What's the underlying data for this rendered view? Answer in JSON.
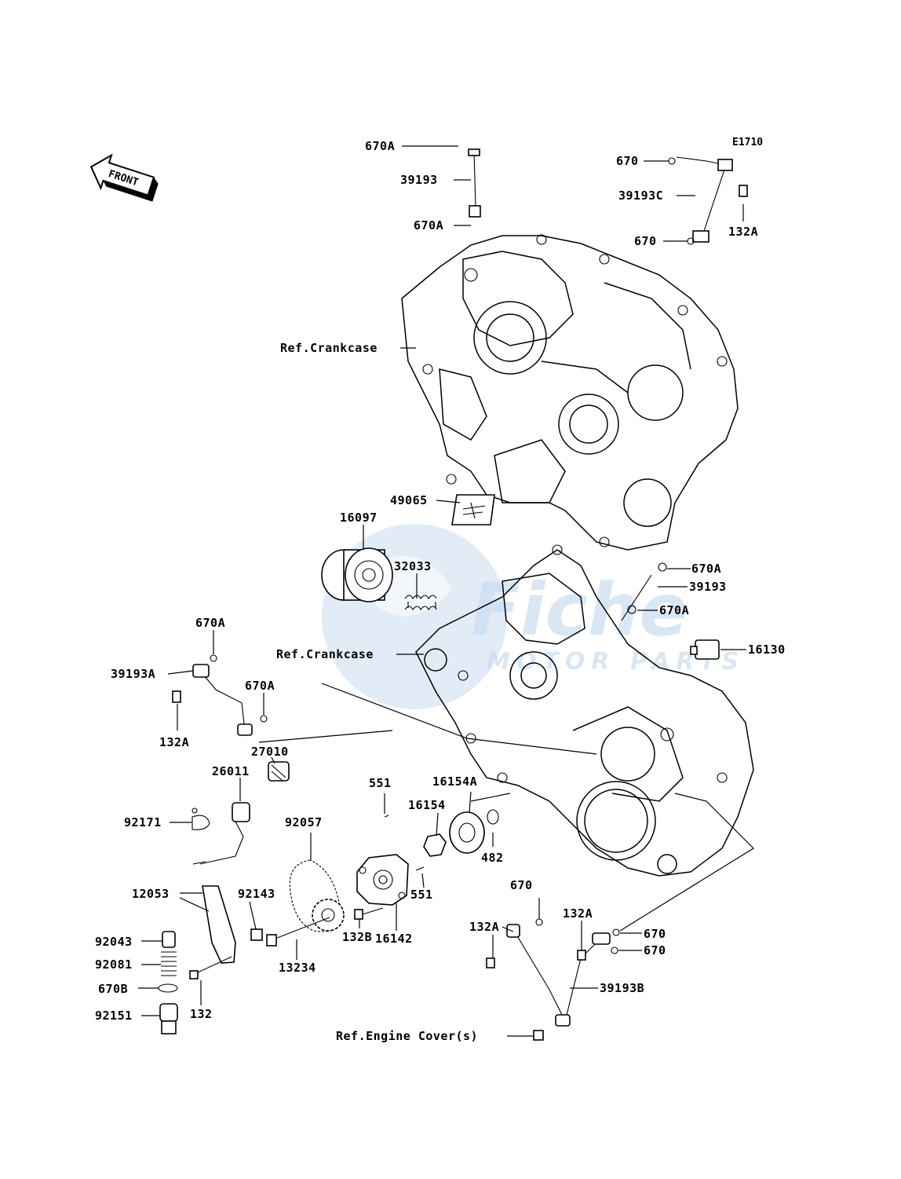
{
  "diagram_code": "E1710",
  "front_label": "FRONT",
  "watermark": {
    "brand": "Fiche",
    "sub": "MOTOR PARTS"
  },
  "callouts": {
    "c670A_top": "670A",
    "c39193_top": "39193",
    "c670A_top2": "670A",
    "c670_tr1": "670",
    "c39193C": "39193C",
    "c132A_tr": "132A",
    "c670_tr2": "670",
    "ref_crankcase_upper": "Ref.Crankcase",
    "c49065": "49065",
    "c16097": "16097",
    "c32033": "32033",
    "c670A_r1": "670A",
    "c39193_r": "39193",
    "c670A_r2": "670A",
    "c16130": "16130",
    "ref_crankcase_lower": "Ref.Crankcase",
    "c670A_l1": "670A",
    "c39193A": "39193A",
    "c670A_l2": "670A",
    "c132A_l": "132A",
    "c27010": "27010",
    "c26011": "26011",
    "c92171": "92171",
    "c551_a": "551",
    "c16154A": "16154A",
    "c16154": "16154",
    "c92057": "92057",
    "c482": "482",
    "c551_b": "551",
    "c12053": "12053",
    "c92143": "92143",
    "c92043": "92043",
    "c92081": "92081",
    "c670B": "670B",
    "c92151": "92151",
    "c132": "132",
    "c13234": "13234",
    "c132B": "132B",
    "c16142": "16142",
    "c670_b": "670",
    "c132A_b1": "132A",
    "c132A_b2": "132A",
    "c670_b2": "670",
    "c670_b3": "670",
    "c39193B": "39193B",
    "ref_engine_cover": "Ref.Engine Cover(s)"
  }
}
